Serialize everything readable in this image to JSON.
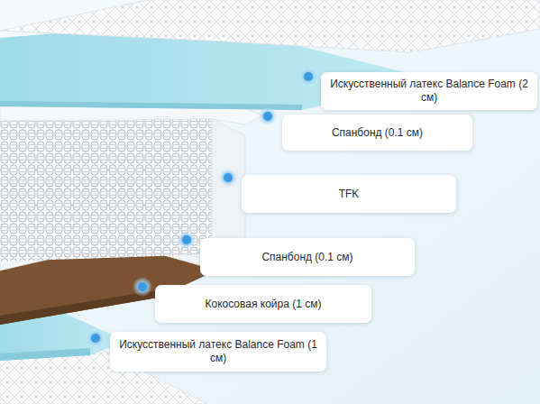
{
  "diagram": {
    "nodes": [
      {
        "text": [
          "Искусственный латекс Balance Foam (2 см)"
        ]
      },
      {
        "text": [
          "Спанбонд (0.1 см)"
        ]
      },
      {
        "text": [
          "TFK"
        ]
      },
      {
        "text": [
          "Спанбонд (0.1 см)"
        ]
      },
      {
        "text": [
          "Кокосовая койра (1 см)"
        ]
      },
      {
        "text": [
          "Искусственный латекс Balance Foam (1 см)"
        ]
      }
    ]
  }
}
